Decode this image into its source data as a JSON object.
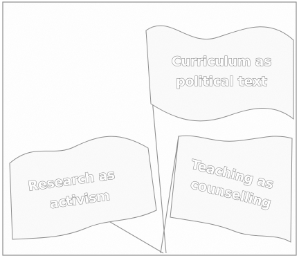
{
  "flags": [
    {
      "id": "top",
      "lines": [
        "Curriculum as",
        "political text"
      ]
    },
    {
      "id": "left",
      "lines": [
        "Research as",
        "activism"
      ]
    },
    {
      "id": "right",
      "lines": [
        "Teaching as",
        "counselling"
      ]
    }
  ]
}
